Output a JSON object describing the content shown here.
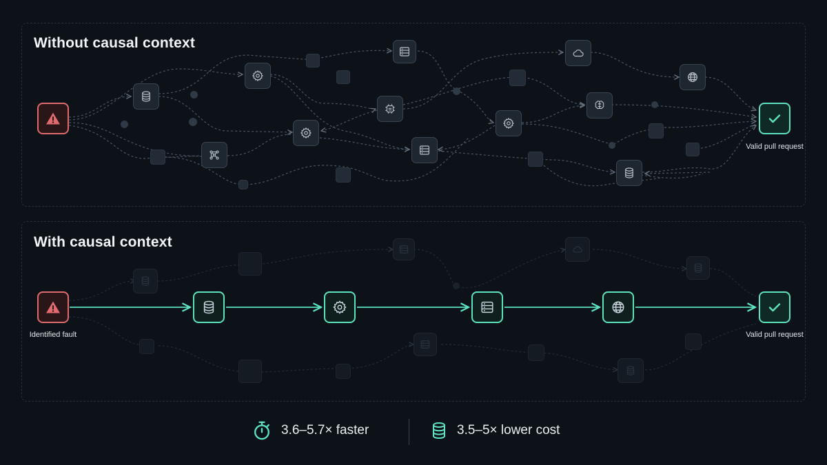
{
  "top_panel": {
    "title": "Without causal context",
    "end_label": "Valid pull request"
  },
  "bottom_panel": {
    "title": "With causal context",
    "start_label": "Identified fault",
    "end_label": "Valid pull request",
    "path_nodes": [
      "database-icon",
      "gear-icon",
      "server-icon",
      "globe-icon"
    ]
  },
  "metrics": [
    {
      "icon": "stopwatch-icon",
      "text": "3.6–5.7× faster"
    },
    {
      "icon": "database-icon",
      "text": "3.5–5× lower cost"
    }
  ],
  "colors": {
    "accent": "#5de3c0",
    "alert": "#e06b6f",
    "background": "#0c1218"
  }
}
